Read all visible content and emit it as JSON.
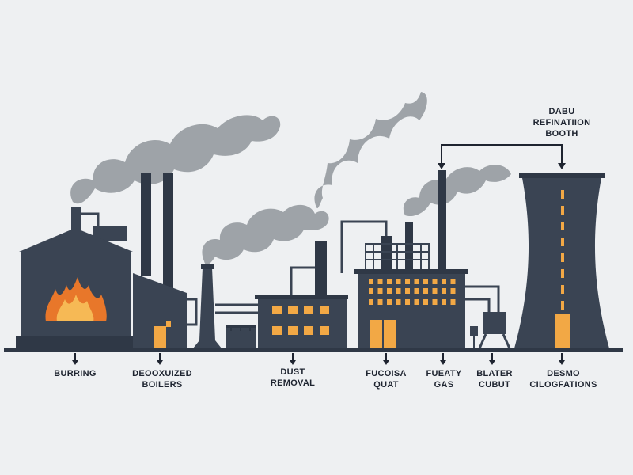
{
  "colors": {
    "background": "#eef0f2",
    "building": "#3a4453",
    "building_dark": "#2f3846",
    "smoke": "#9ea3a8",
    "window": "#f2a845",
    "flame_outer": "#e8772a",
    "flame_inner": "#f6b955",
    "line": "#1e2430"
  },
  "top_label": {
    "lines": [
      "DABU",
      "REFINATIION",
      "BOOTH"
    ]
  },
  "stages": [
    {
      "lines": [
        "BURRING"
      ]
    },
    {
      "lines": [
        "DEOOXUIZED",
        "BOILERS"
      ]
    },
    {
      "lines": [
        "DUST",
        "REMOVAL"
      ]
    },
    {
      "lines": [
        "FUCOISA",
        "QUAT"
      ]
    },
    {
      "lines": [
        "FUEATY",
        "GAS"
      ]
    },
    {
      "lines": [
        "BLATER",
        "CUBUT"
      ]
    },
    {
      "lines": [
        "DESMO",
        "CILOGFATIONS"
      ]
    }
  ]
}
